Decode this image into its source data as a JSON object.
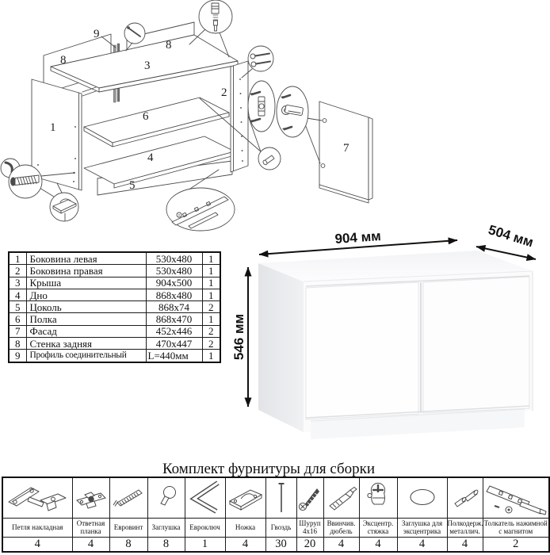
{
  "exploded": {
    "labels": {
      "n1": "1",
      "n2": "2",
      "n3": "3",
      "n4": "4",
      "n5": "5",
      "n6": "6",
      "n7": "7",
      "n8a": "8",
      "n8b": "8",
      "n9": "9"
    }
  },
  "dimensions": {
    "width": "904 мм",
    "depth": "504 мм",
    "height": "546 мм"
  },
  "parts_table": {
    "rows": [
      {
        "num": "1",
        "name": "Боковина левая",
        "size": "530x480",
        "qty": "1"
      },
      {
        "num": "2",
        "name": "Боковина правая",
        "size": "530x480",
        "qty": "1"
      },
      {
        "num": "3",
        "name": "Крыша",
        "size": "904x500",
        "qty": "1"
      },
      {
        "num": "4",
        "name": "Дно",
        "size": "868x480",
        "qty": "1"
      },
      {
        "num": "5",
        "name": "Цоколь",
        "size": "868x74",
        "qty": "2"
      },
      {
        "num": "6",
        "name": "Полка",
        "size": "868x470",
        "qty": "1"
      },
      {
        "num": "7",
        "name": "Фасад",
        "size": "452x446",
        "qty": "2"
      },
      {
        "num": "8",
        "name": "Стенка задняя",
        "size": "470x447",
        "qty": "2"
      },
      {
        "num": "9",
        "name": "Профиль соединительный",
        "size": "L=440мм",
        "qty": "1"
      }
    ]
  },
  "hardware": {
    "title": "Комплект фурнитуры для сборки",
    "items": [
      {
        "label": "Петля накладная",
        "qty": "4",
        "icon": "hinge-icon"
      },
      {
        "label": "Ответная планка",
        "qty": "4",
        "icon": "mounting-plate-icon"
      },
      {
        "label": "Евровинт",
        "qty": "8",
        "icon": "confirmat-screw-icon"
      },
      {
        "label": "Заглушка",
        "qty": "8",
        "icon": "cap-icon"
      },
      {
        "label": "Евроключ",
        "qty": "1",
        "icon": "hex-key-icon"
      },
      {
        "label": "Ножка",
        "qty": "4",
        "icon": "foot-icon"
      },
      {
        "label": "Гвоздь",
        "qty": "30",
        "icon": "nail-icon"
      },
      {
        "label": "Шуруп 4x16",
        "qty": "20",
        "icon": "screw-icon"
      },
      {
        "label": "Ввинчив. дюбель",
        "qty": "4",
        "icon": "dowel-icon"
      },
      {
        "label": "Эксцентр. стяжка",
        "qty": "4",
        "icon": "cam-lock-icon"
      },
      {
        "label": "Заглушка для эксцентрика",
        "qty": "4",
        "icon": "cam-cap-icon"
      },
      {
        "label": "Полкодерж. металлич.",
        "qty": "4",
        "icon": "shelf-pin-icon"
      },
      {
        "label": "Толкатель нажимной с магнитом",
        "qty": "2",
        "icon": "push-latch-icon"
      }
    ]
  }
}
